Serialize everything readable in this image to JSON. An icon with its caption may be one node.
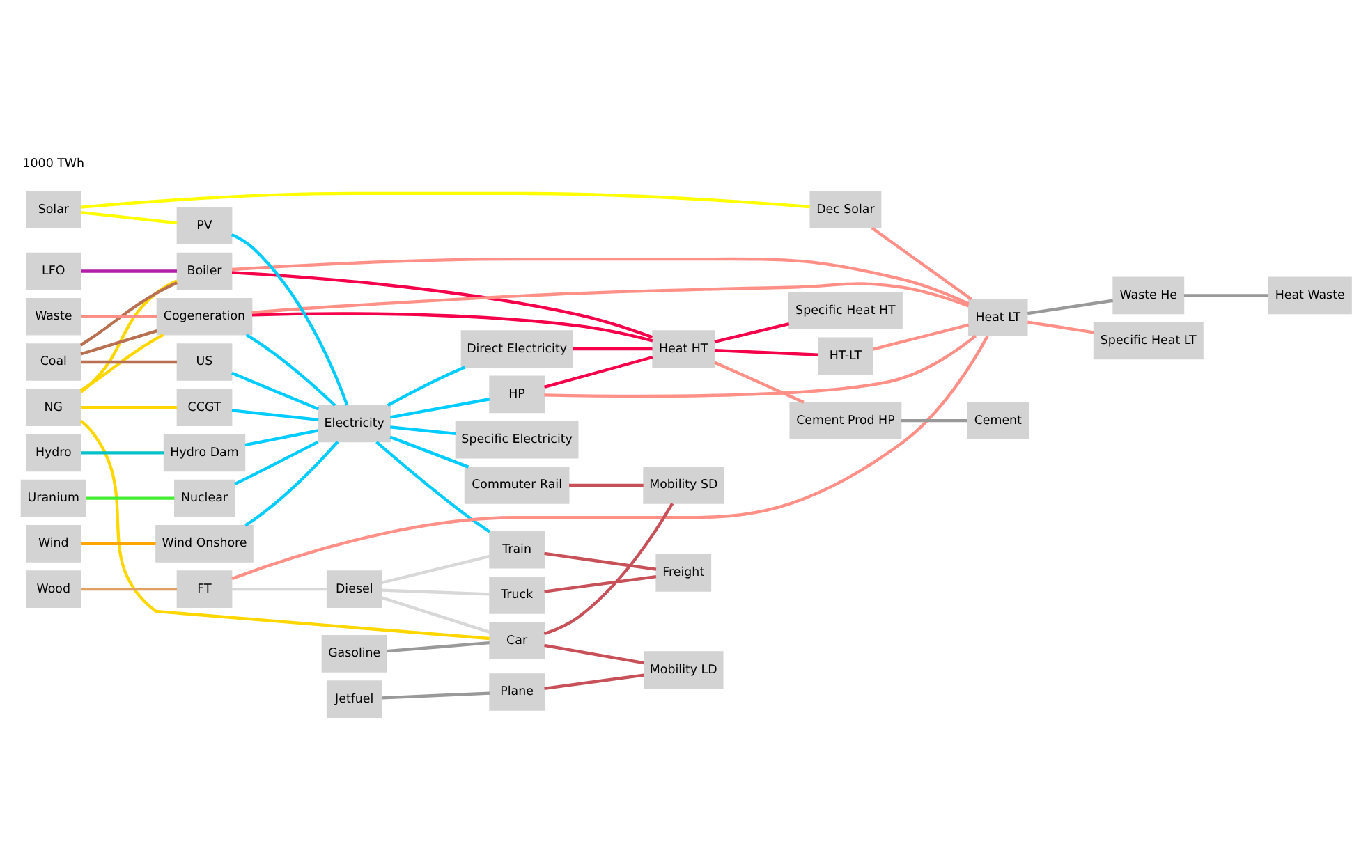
{
  "diagram": {
    "nodes": [
      {
        "text": [
          "NG"
        ]
      },
      {
        "text": [
          "LFO"
        ]
      },
      {
        "text": [
          "Solar"
        ]
      },
      {
        "text": [
          "Coal"
        ]
      },
      {
        "text": [
          "Waste"
        ]
      },
      {
        "text": [
          "Uranium"
        ]
      },
      {
        "text": [
          "Wind"
        ]
      },
      {
        "text": [
          "Hydro"
        ]
      },
      {
        "text": [
          "Wood"
        ]
      },
      {
        "text": [
          "Gasoline"
        ]
      },
      {
        "text": [
          "Jetfuel"
        ]
      },
      {
        "text": [
          "Boiler"
        ]
      },
      {
        "text": [
          "CCGT"
        ]
      },
      {
        "text": [
          "Cogeneration"
        ]
      },
      {
        "text": [
          "Dec Solar"
        ]
      },
      {
        "text": [
          "US"
        ]
      },
      {
        "text": [
          "PV"
        ]
      },
      {
        "text": [
          "Nuclear"
        ]
      },
      {
        "text": [
          "Wind Onshore"
        ]
      },
      {
        "text": [
          "Hydro Dam"
        ]
      },
      {
        "text": [
          "Plane"
        ]
      },
      {
        "text": [
          "Electricity"
        ]
      },
      {
        "text": [
          "HP"
        ]
      },
      {
        "text": [
          "Direct Electricity"
        ]
      },
      {
        "text": [
          "Commuter Rail"
        ]
      },
      {
        "text": [
          "FT"
        ]
      },
      {
        "text": [
          "Heat HT"
        ]
      },
      {
        "text": [
          "Diesel"
        ]
      },
      {
        "text": [
          "HT-LT"
        ]
      },
      {
        "text": [
          "Cement Prod HP"
        ]
      },
      {
        "text": [
          "Heat LT"
        ]
      },
      {
        "text": [
          "Car"
        ]
      },
      {
        "text": [
          "Truck"
        ]
      },
      {
        "text": [
          "Train"
        ]
      },
      {
        "text": [
          "Waste He"
        ]
      },
      {
        "text": [
          "Specific Heat HT"
        ]
      },
      {
        "text": [
          "Specific Heat LT"
        ]
      },
      {
        "text": [
          "Cement"
        ]
      },
      {
        "text": [
          "Heat Waste"
        ]
      },
      {
        "text": [
          "Specific Electricity"
        ]
      },
      {
        "text": [
          "Mobility SD"
        ]
      },
      {
        "text": [
          "Freight"
        ]
      },
      {
        "text": [
          "Mobility LD"
        ]
      }
    ],
    "edges": [
      {
        "from": 0,
        "to": 11,
        "arrow": "none",
        "color": "#ffd700"
      },
      {
        "from": 0,
        "to": 12,
        "arrow": "none",
        "color": "#ffd700"
      },
      {
        "from": 0,
        "to": 13,
        "arrow": "none",
        "color": "#ffd700"
      },
      {
        "from": 0,
        "to": 31,
        "arrow": "none",
        "color": "#ffd700"
      },
      {
        "from": 1,
        "to": 11,
        "arrow": "none",
        "color": "#b01fa5"
      },
      {
        "from": 2,
        "to": 14,
        "arrow": "none",
        "color": "#ffff00"
      },
      {
        "from": 2,
        "to": 16,
        "arrow": "none",
        "color": "#ffff00"
      },
      {
        "from": 3,
        "to": 11,
        "arrow": "none",
        "color": "#b87050"
      },
      {
        "from": 3,
        "to": 13,
        "arrow": "none",
        "color": "#b87050"
      },
      {
        "from": 3,
        "to": 15,
        "arrow": "none",
        "color": "#b87050"
      },
      {
        "from": 4,
        "to": 13,
        "arrow": "none",
        "color": "#ff9088"
      },
      {
        "from": 5,
        "to": 17,
        "arrow": "none",
        "color": "#44ee33"
      },
      {
        "from": 6,
        "to": 18,
        "arrow": "none",
        "color": "#ffa500"
      },
      {
        "from": 7,
        "to": 19,
        "arrow": "none",
        "color": "#00c0c8"
      },
      {
        "from": 8,
        "to": 25,
        "arrow": "none",
        "color": "#e0a060"
      },
      {
        "from": 9,
        "to": 31,
        "arrow": "none",
        "color": "#999999"
      },
      {
        "from": 10,
        "to": 20,
        "arrow": "none",
        "color": "#999999"
      },
      {
        "from": 11,
        "to": 26,
        "arrow": "none",
        "color": "#f5004a"
      },
      {
        "from": 11,
        "to": 30,
        "arrow": "none",
        "color": "#ff9088"
      },
      {
        "from": 12,
        "to": 21,
        "arrow": "none",
        "color": "#00ccff"
      },
      {
        "from": 13,
        "to": 26,
        "arrow": "none",
        "color": "#f5004a"
      },
      {
        "from": 13,
        "to": 30,
        "arrow": "none",
        "color": "#ff9088"
      },
      {
        "from": 13,
        "to": 21,
        "arrow": "none",
        "color": "#00ccff"
      },
      {
        "from": 14,
        "to": 30,
        "arrow": "none",
        "color": "#ff9088"
      },
      {
        "from": 15,
        "to": 21,
        "arrow": "none",
        "color": "#00ccff"
      },
      {
        "from": 16,
        "to": 21,
        "arrow": "none",
        "color": "#00ccff"
      },
      {
        "from": 17,
        "to": 21,
        "arrow": "none",
        "color": "#00ccff"
      },
      {
        "from": 18,
        "to": 21,
        "arrow": "none",
        "color": "#00ccff"
      },
      {
        "from": 19,
        "to": 21,
        "arrow": "none",
        "color": "#00ccff"
      },
      {
        "from": 20,
        "to": 42,
        "arrow": "none",
        "color": "#c85058"
      },
      {
        "from": 21,
        "to": 22,
        "arrow": "none",
        "color": "#00ccff"
      },
      {
        "from": 21,
        "to": 23,
        "arrow": "none",
        "color": "#00ccff"
      },
      {
        "from": 21,
        "to": 24,
        "arrow": "none",
        "color": "#00ccff"
      },
      {
        "from": 21,
        "to": 39,
        "arrow": "none",
        "color": "#00ccff"
      },
      {
        "from": 21,
        "to": 33,
        "arrow": "none",
        "color": "#00ccff"
      },
      {
        "from": 22,
        "to": 26,
        "arrow": "none",
        "color": "#f5004a"
      },
      {
        "from": 22,
        "to": 30,
        "arrow": "none",
        "color": "#ff9088"
      },
      {
        "from": 23,
        "to": 26,
        "arrow": "none",
        "color": "#f5004a"
      },
      {
        "from": 24,
        "to": 40,
        "arrow": "none",
        "color": "#c85058"
      },
      {
        "from": 25,
        "to": 27,
        "arrow": "none",
        "color": "#d8d8d8"
      },
      {
        "from": 25,
        "to": 30,
        "arrow": "none",
        "color": "#ff9088"
      },
      {
        "from": 26,
        "to": 35,
        "arrow": "none",
        "color": "#f5004a"
      },
      {
        "from": 26,
        "to": 28,
        "arrow": "none",
        "color": "#f5004a"
      },
      {
        "from": 26,
        "to": 29,
        "arrow": "none",
        "color": "#ff9088"
      },
      {
        "from": 28,
        "to": 30,
        "arrow": "none",
        "color": "#ff9088"
      },
      {
        "from": 29,
        "to": 37,
        "arrow": "none",
        "color": "#999999"
      },
      {
        "from": 30,
        "to": 36,
        "arrow": "none",
        "color": "#ff9088"
      },
      {
        "from": 30,
        "to": 34,
        "arrow": "none",
        "color": "#999999"
      },
      {
        "from": 34,
        "to": 38,
        "arrow": "none",
        "color": "#999999"
      },
      {
        "from": 27,
        "to": 31,
        "arrow": "none",
        "color": "#d8d8d8"
      },
      {
        "from": 27,
        "to": 32,
        "arrow": "none",
        "color": "#d8d8d8"
      },
      {
        "from": 27,
        "to": 33,
        "arrow": "none",
        "color": "#d8d8d8"
      },
      {
        "from": 31,
        "to": 40,
        "arrow": "none",
        "color": "#c85058"
      },
      {
        "from": 31,
        "to": 42,
        "arrow": "none",
        "color": "#c85058"
      },
      {
        "from": 32,
        "to": 41,
        "arrow": "none",
        "color": "#c85058"
      },
      {
        "from": 33,
        "to": 41,
        "arrow": "none",
        "color": "#c85058"
      }
    ],
    "labels": [
      "1000 TWh"
    ]
  }
}
